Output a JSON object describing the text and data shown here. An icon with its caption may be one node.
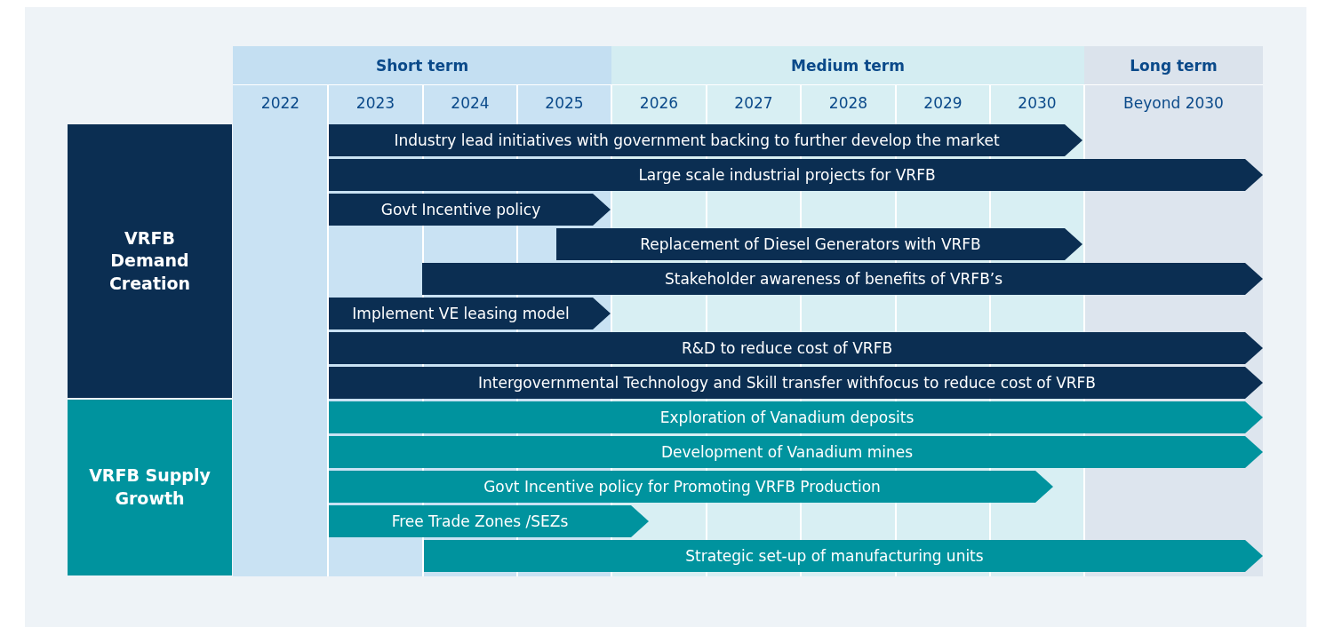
{
  "diagram": {
    "nodes": [
      {
        "text": [
          "VRFB Demand Creation"
        ]
      },
      {
        "text": [
          "Industry lead initiatives with government backing to further develop the market"
        ]
      },
      {
        "text": [
          "Large scale industrial projects for VRFB"
        ]
      },
      {
        "text": [
          "Govt Incentive policy"
        ]
      },
      {
        "text": [
          "Replacement of Diesel Generators with VRFB"
        ]
      },
      {
        "text": [
          "Stakeholder awareness of benefits of VRFB’s"
        ]
      },
      {
        "text": [
          "Implement VE leasing model"
        ]
      },
      {
        "text": [
          "R&D to reduce cost of VRFB"
        ]
      },
      {
        "text": [
          "Intergovernmental Technology and Skill transfer withfocus to reduce cost of VRFB"
        ]
      },
      {
        "text": [
          "VRFB Supply Growth"
        ]
      },
      {
        "text": [
          "Exploration of Vanadium deposits"
        ]
      },
      {
        "text": [
          "Development of Vanadium mines"
        ]
      },
      {
        "text": [
          "Govt Incentive policy for Promoting VRFB Production"
        ]
      },
      {
        "text": [
          "Free Trade Zones /SEZs"
        ]
      },
      {
        "text": [
          "Strategic set-up of manufacturing units"
        ]
      }
    ],
    "edges": [],
    "labels": [
      "Short term",
      "Medium term",
      "Long term",
      "2022",
      "2023",
      "2024",
      "2025",
      "2026",
      "2027",
      "2028",
      "2029",
      "2030",
      "Beyond 2030"
    ]
  }
}
